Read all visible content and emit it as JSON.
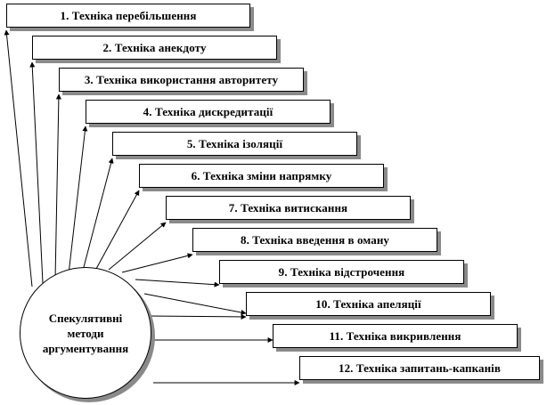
{
  "diagram": {
    "center": {
      "label": "Спекулятивні\nметоди\nаргументування"
    },
    "techniques": [
      "1. Техніка  перебільшення",
      "2. Техніка  анекдоту",
      "3. Техніка  використання авторитету",
      "4. Техніка  дискредитації",
      "5. Техніка  ізоляції",
      "6. Техніка  зміни напрямку",
      "7. Техніка  витискання",
      "8. Техніка  введення в оману",
      "9. Техніка  відстрочення",
      "10. Техніка  апеляції",
      "11. Техніка  викривлення",
      "12. Техніка  запитань-капканів"
    ]
  }
}
